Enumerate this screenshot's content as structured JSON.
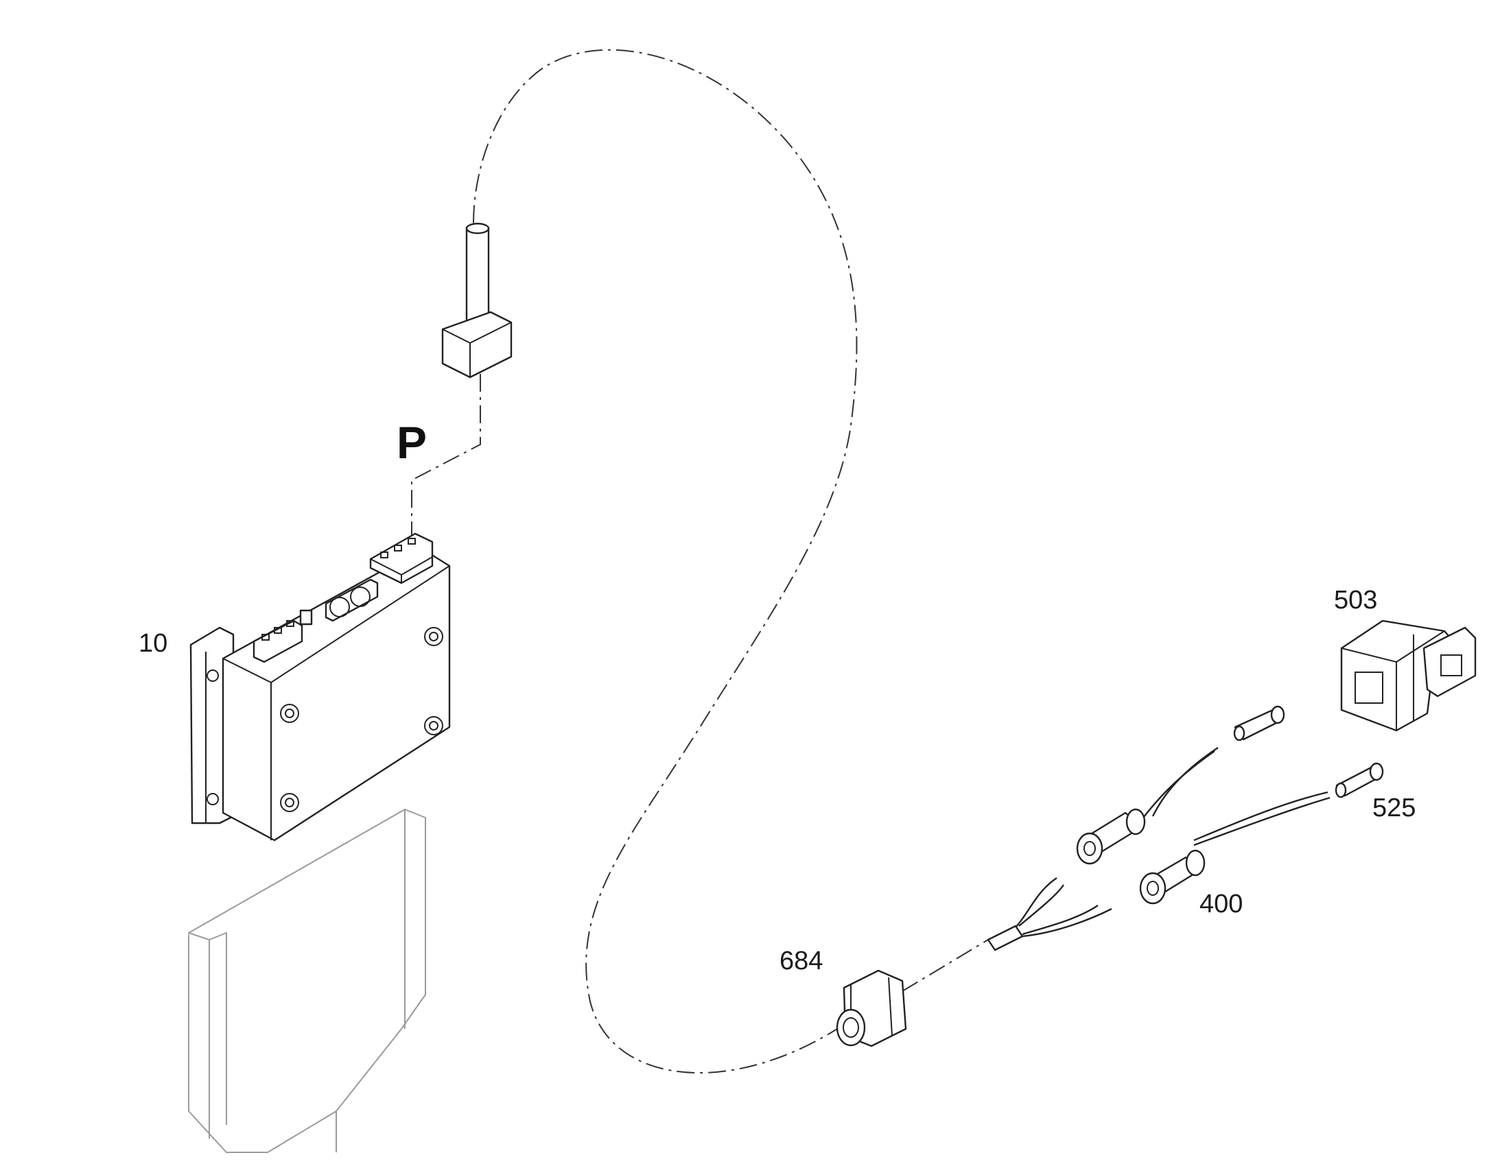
{
  "callouts": {
    "p": "P",
    "c10": "10",
    "c503": "503",
    "c525": "525",
    "c400": "400",
    "c684": "684"
  }
}
